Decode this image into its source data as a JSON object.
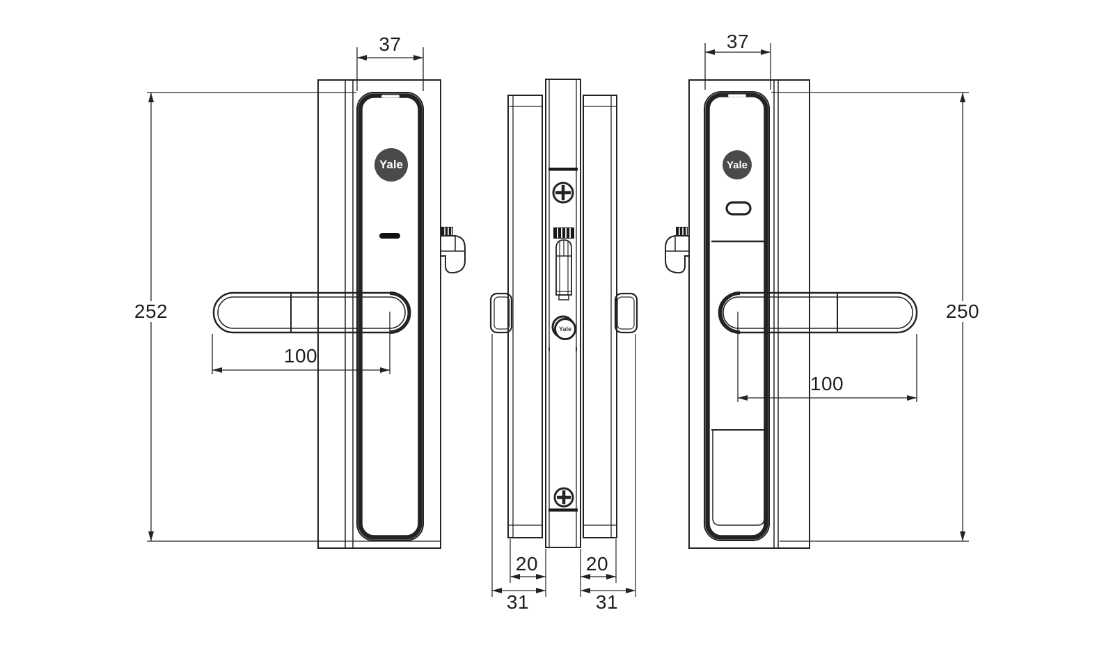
{
  "colors": {
    "line": "#232323",
    "logo_background": "#4a4a4a",
    "logo_text": "#ffffff"
  },
  "views": {
    "exterior": {
      "logo": "Yale",
      "dim_width": "37",
      "dim_height": "252",
      "dim_handle_length": "100"
    },
    "edge": {
      "logo": "Yale",
      "dim_plate_to_face_left": "20",
      "dim_plate_to_face_right": "20",
      "dim_plate_to_handle_left": "31",
      "dim_plate_to_handle_right": "31"
    },
    "interior": {
      "logo": "Yale",
      "dim_width": "37",
      "dim_height": "250",
      "dim_handle_length": "100"
    }
  }
}
